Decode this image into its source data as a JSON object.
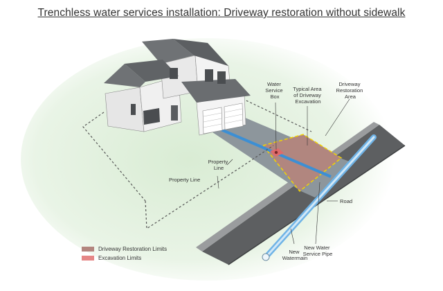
{
  "title": "Trenchless water services installation: Driveway restoration without sidewalk",
  "labels": {
    "water_box": [
      "Water",
      "Service",
      "Box"
    ],
    "typical_area": [
      "Typical Area",
      "of Driveway",
      "Excavation"
    ],
    "restoration_area": [
      "Driveway",
      "Restoration",
      "Area"
    ],
    "property_line_1": [
      "Property Line"
    ],
    "property_line_2": [
      "Property",
      "Line"
    ],
    "road": [
      "Road"
    ],
    "new_service_pipe": [
      "New Water",
      "Service Pipe"
    ],
    "new_watermain": [
      "New",
      "Watermain"
    ]
  },
  "legend": [
    {
      "label": "Driveway Restoration Limits",
      "color": "#b3857f"
    },
    {
      "label": "Excavation Limits",
      "color": "#e58686"
    }
  ],
  "colors": {
    "lawn": "#e4f1e0",
    "driveway": "#8d969c",
    "restoration": "#b1867f",
    "excavation": "#e06a6a",
    "pipe": "#3c8fd4",
    "road": "#5d5f61",
    "house_wall": "#e3e3e3",
    "roof": "#6f7275"
  }
}
